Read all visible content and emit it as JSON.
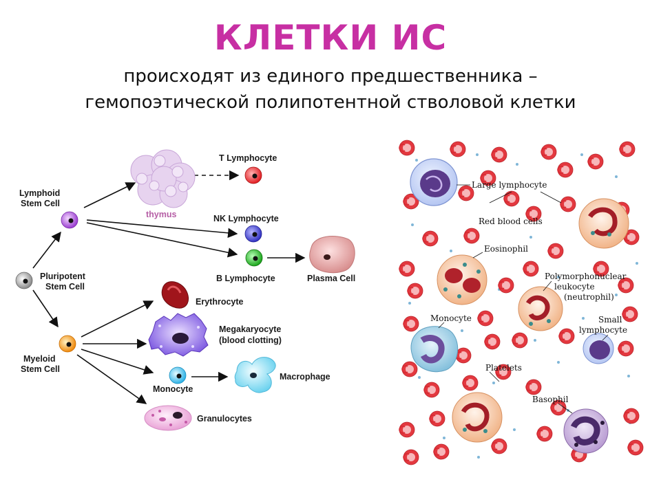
{
  "title": "КЛЕТКИ ИС",
  "subtitle_line1": "происходят из единого предшественника –",
  "subtitle_line2": "гемопоэтической полипотентной стволовой клетки",
  "diagram": {
    "pluripotent": [
      "Pluripotent",
      "Stem Cell"
    ],
    "lymphoid": [
      "Lymphoid",
      "Stem Cell"
    ],
    "myeloid": [
      "Myeloid",
      "Stem Cell"
    ],
    "thymus": "thymus",
    "t_lymphocyte": "T Lymphocyte",
    "nk_lymphocyte": "NK Lymphocyte",
    "b_lymphocyte": "B Lymphocyte",
    "plasma_cell": "Plasma Cell",
    "erythrocyte": "Erythrocyte",
    "megakaryocyte": [
      "Megakaryocyte",
      "(blood clotting)"
    ],
    "monocyte": "Monocyte",
    "macrophage": "Macrophage",
    "granulocytes": "Granulocytes"
  },
  "smear": {
    "large_lymphocyte": "Large lymphocyte",
    "red_blood_cells": "Red blood cells",
    "eosinophil": "Eosinophil",
    "polymorphonuclear": [
      "Polymorphonuclear",
      "leukocyte",
      "(neutrophil)"
    ],
    "monocyte": "Monocyte",
    "small_lymphocyte": [
      "Small",
      "lymphocyte"
    ],
    "platelets": "Platelets",
    "basophil": "Basophil"
  }
}
